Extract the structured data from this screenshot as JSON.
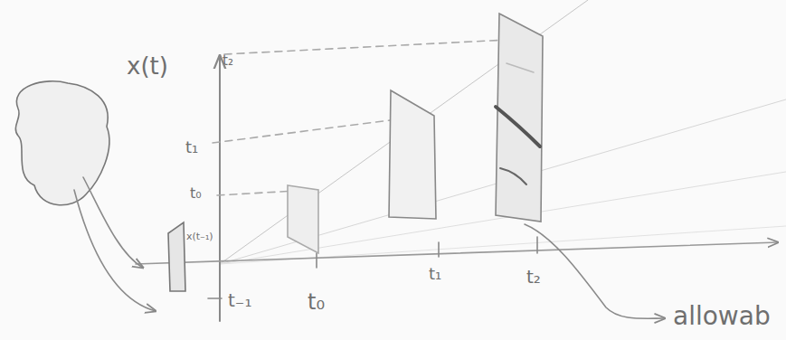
{
  "diagram": {
    "labels": [
      "x(t)",
      "t₂",
      "t₁",
      "t₀",
      "x(t₋₁)",
      "t₋₁",
      "t₀",
      "t₁",
      "t₂",
      "allowab"
    ]
  }
}
